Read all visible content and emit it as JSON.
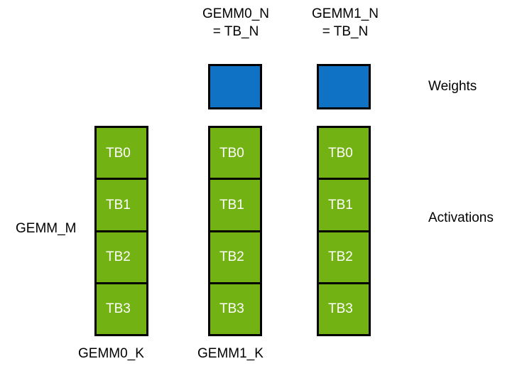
{
  "diagram": {
    "title_labels": {
      "top_headers": [
        {
          "line1": "GEMM0_N",
          "line2": "= TB_N"
        },
        {
          "line1": "GEMM1_N",
          "line2": "= TB_N"
        }
      ],
      "row_labels": [
        {
          "text": "Weights"
        },
        {
          "text": "Activations"
        }
      ],
      "left_label": "GEMM_M",
      "bottom_labels": [
        {
          "text": "GEMM0_K"
        },
        {
          "text": "GEMM1_K"
        }
      ]
    },
    "weight_boxes": [
      {
        "name": "gemm0-weight-tile"
      },
      {
        "name": "gemm1-weight-tile"
      }
    ],
    "activation_columns": [
      {
        "name": "activation-column-0",
        "cells": [
          "TB0",
          "TB1",
          "TB2",
          "TB3"
        ]
      },
      {
        "name": "activation-column-1",
        "cells": [
          "TB0",
          "TB1",
          "TB2",
          "TB3"
        ]
      },
      {
        "name": "activation-column-2",
        "cells": [
          "TB0",
          "TB1",
          "TB2",
          "TB3"
        ]
      }
    ],
    "colors": {
      "weight_fill": "#0F72C4",
      "activation_fill": "#72B313",
      "border": "#000000",
      "background": "#FFFFFF",
      "cell_text": "#FFFFFF",
      "label_text": "#000000"
    }
  }
}
